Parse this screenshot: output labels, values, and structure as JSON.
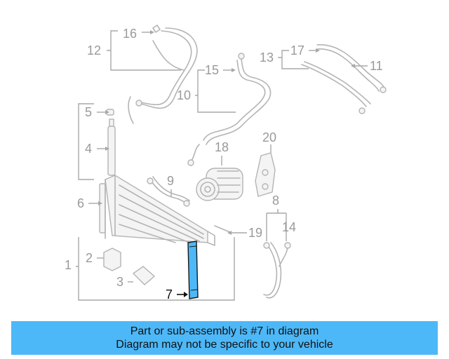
{
  "callouts": {
    "c1": "1",
    "c2": "2",
    "c3": "3",
    "c4": "4",
    "c5": "5",
    "c6": "6",
    "c7": "7",
    "c8": "8",
    "c9": "9",
    "c10": "10",
    "c11": "11",
    "c12": "12",
    "c13": "13",
    "c14": "14",
    "c15": "15",
    "c16": "16",
    "c17": "17",
    "c18": "18",
    "c19": "19",
    "c20": "20"
  },
  "highlight": {
    "part_number": "7",
    "color": "#4db8f7"
  },
  "banner": {
    "line1": "Part or sub-assembly is #7 in diagram",
    "line2": "Diagram may not be specific to your vehicle",
    "background": "#4db8f7"
  }
}
